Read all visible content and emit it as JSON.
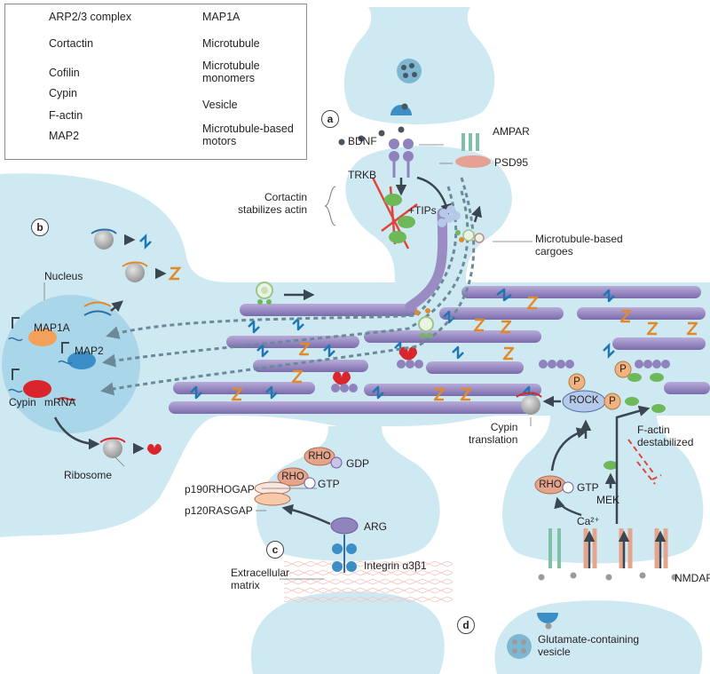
{
  "legend": {
    "items": [
      {
        "label": "ARP2/3 complex",
        "icon": "arp23-icon"
      },
      {
        "label": "Cortactin",
        "icon": "cortactin-icon"
      },
      {
        "label": "Cofilin",
        "icon": "cofilin-icon"
      },
      {
        "label": "Cypin",
        "icon": "cypin-icon"
      },
      {
        "label": "F-actin",
        "icon": "f-actin-icon"
      },
      {
        "label": "MAP2",
        "icon": "map2-icon"
      },
      {
        "label": "MAP1A",
        "icon": "map1a-icon"
      },
      {
        "label": "Microtubule",
        "icon": "microtubule-icon"
      },
      {
        "label": "Microtubule\nmonomers",
        "icon": "microtubule-monomers-icon"
      },
      {
        "label": "Vesicle",
        "icon": "vesicle-icon"
      },
      {
        "label": "Microtubule-based\nmotors",
        "icon": "motors-icon"
      }
    ]
  },
  "panels": {
    "a": "a",
    "b": "b",
    "c": "c",
    "d": "d"
  },
  "labels": {
    "bdnf": "BDNF",
    "ampar": "AMPAR",
    "psd95": "PSD95",
    "trkb": "TRKB",
    "tips": "+TIPs",
    "cortactin_stabilizes": "Cortactin\nstabilizes actin",
    "mt_cargoes": "Microtubule-based\ncargoes",
    "nucleus": "Nucleus",
    "map1a": "MAP1A",
    "map2": "MAP2",
    "cypin": "Cypin",
    "mrna": "mRNA",
    "ribosome": "Ribosome",
    "cypin_translation": "Cypin\ntranslation",
    "rock": "ROCK",
    "p": "P",
    "f_actin_destabilized": "F-actin\ndestabilized",
    "rho": "RHO",
    "gdp": "GDP",
    "gtp": "GTP",
    "p190rhogap": "p190RHOGAP",
    "p120rasgap": "p120RASGAP",
    "arg": "ARG",
    "integrin": "Integrin α3β1",
    "ecm": "Extracellular\nmatrix",
    "mek": "MEK",
    "ca": "Ca²⁺",
    "nmdar": "NMDAR",
    "glutamate_vesicle": "Glutamate-containing\nvesicle"
  },
  "colors": {
    "cell": "#cfe9f2",
    "nucleus": "#a9d6e8",
    "microtubule": "#9a8cc2",
    "microtubule_dark": "#6d5fa0",
    "map2": "#1f77b4",
    "map1a": "#e08a2c",
    "cortactin": "#6fb85a",
    "cypin": "#d8262c",
    "factin": "#e0453c",
    "rho": "#e4a58c",
    "p": "#f2b27e",
    "arrow": "#3a4650",
    "dashed": "#6b8a99"
  }
}
